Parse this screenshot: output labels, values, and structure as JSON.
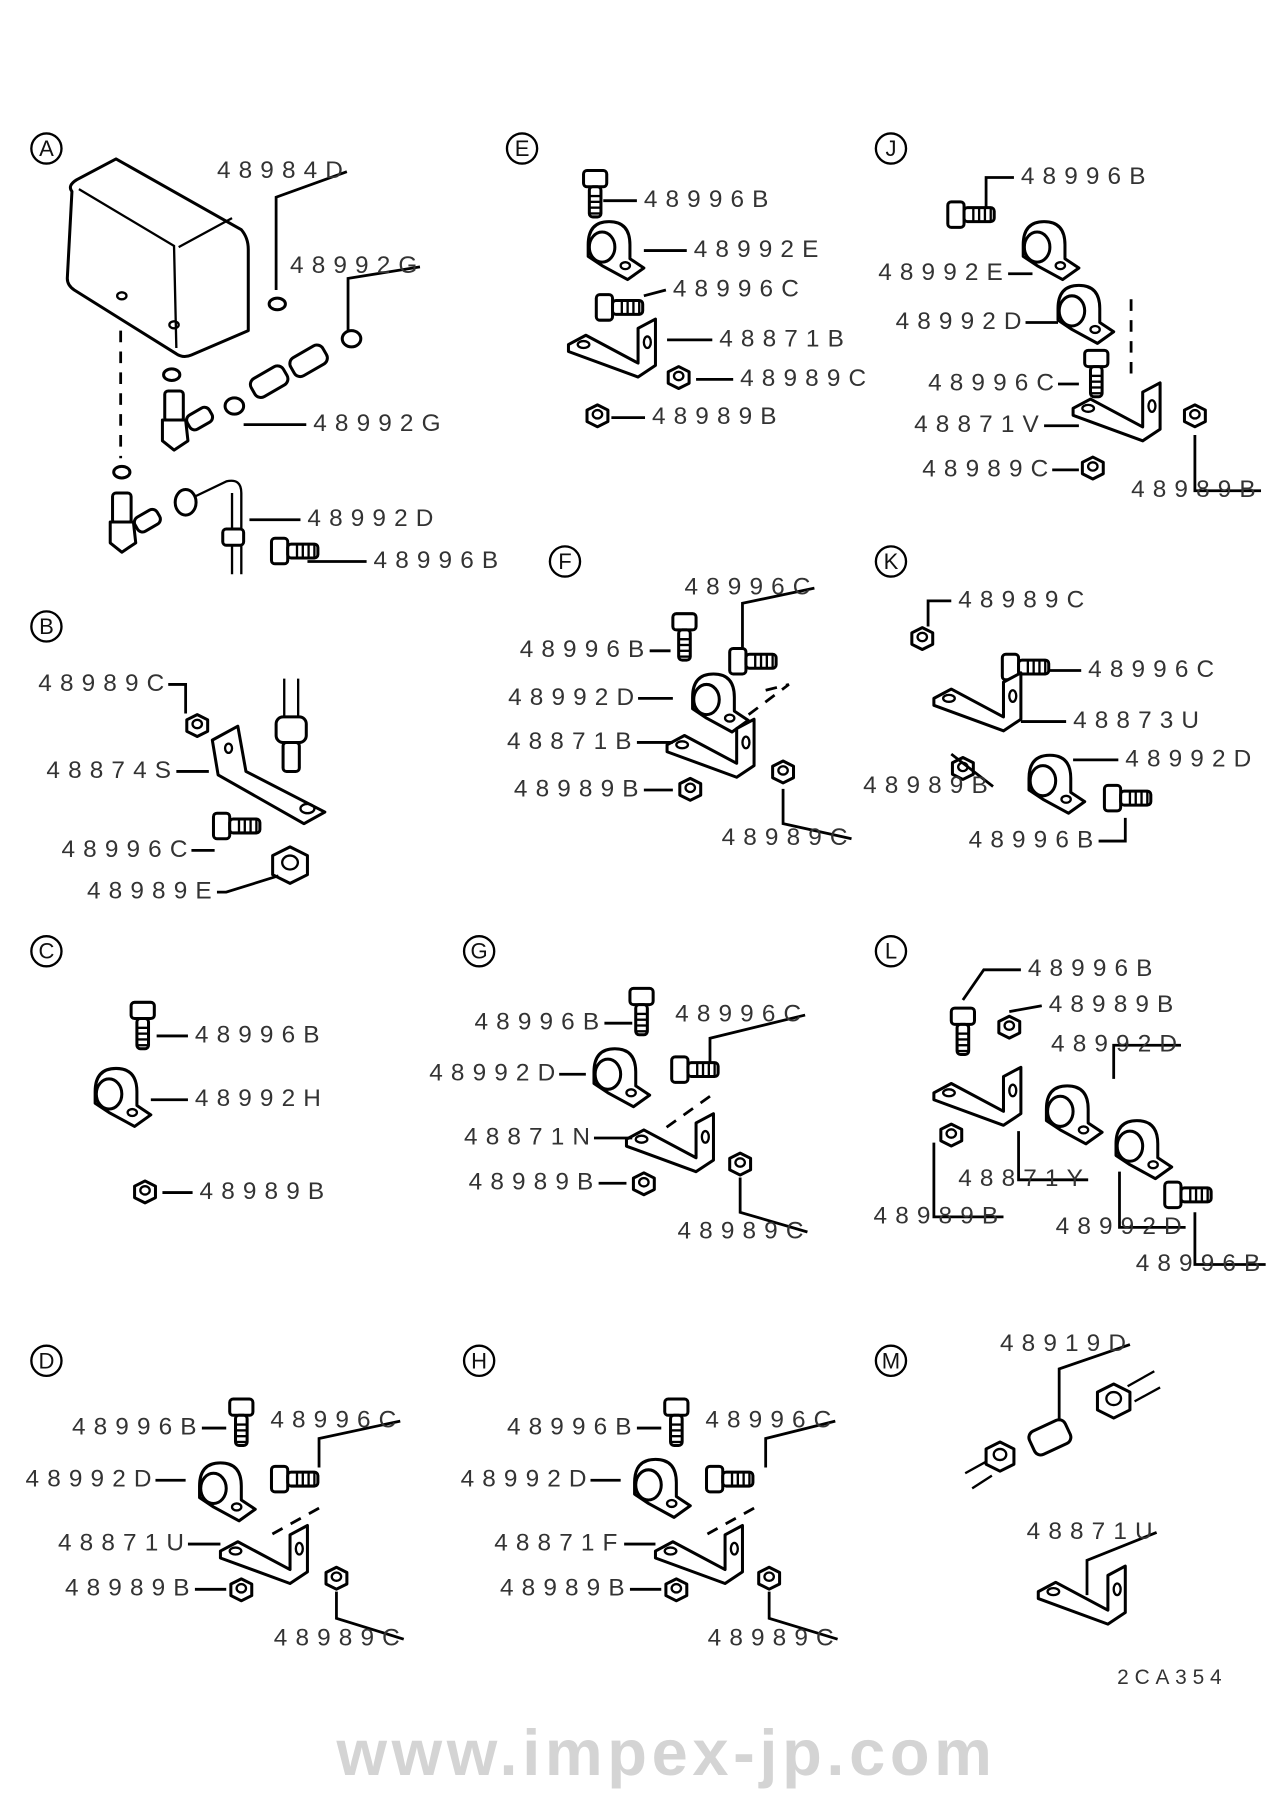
{
  "watermark": "www.impex-jp.com",
  "drawing_code": "2CA354",
  "sections": [
    {
      "id": "A",
      "parts": [
        "48984D",
        "48992G",
        "48992G",
        "48992D",
        "48996B"
      ]
    },
    {
      "id": "E",
      "parts": [
        "48996B",
        "48992E",
        "48996C",
        "48871B",
        "48989C",
        "48989B"
      ]
    },
    {
      "id": "J",
      "parts": [
        "48996B",
        "48992E",
        "48992D",
        "48996C",
        "48871V",
        "48989C",
        "48989B"
      ]
    },
    {
      "id": "B",
      "parts": [
        "48989C",
        "48874S",
        "48996C",
        "48989E"
      ]
    },
    {
      "id": "F",
      "parts": [
        "48996C",
        "48996B",
        "48992D",
        "48871B",
        "48989B",
        "48989C"
      ]
    },
    {
      "id": "K",
      "parts": [
        "48989C",
        "48996C",
        "48873U",
        "48992D",
        "48989B",
        "48996B"
      ]
    },
    {
      "id": "C",
      "parts": [
        "48996B",
        "48992H",
        "48989B"
      ]
    },
    {
      "id": "G",
      "parts": [
        "48996B",
        "48996C",
        "48992D",
        "48871N",
        "48989B",
        "48989C"
      ]
    },
    {
      "id": "L",
      "parts": [
        "48996B",
        "48989B",
        "48992D",
        "48871Y",
        "48989B",
        "48992D",
        "48996B"
      ]
    },
    {
      "id": "D",
      "parts": [
        "48996B",
        "48996C",
        "48992D",
        "48871U",
        "48989B",
        "48989C"
      ]
    },
    {
      "id": "H",
      "parts": [
        "48996B",
        "48996C",
        "48992D",
        "48871F",
        "48989B",
        "48989C"
      ]
    },
    {
      "id": "M",
      "parts": [
        "48919D",
        "48871U"
      ]
    }
  ]
}
